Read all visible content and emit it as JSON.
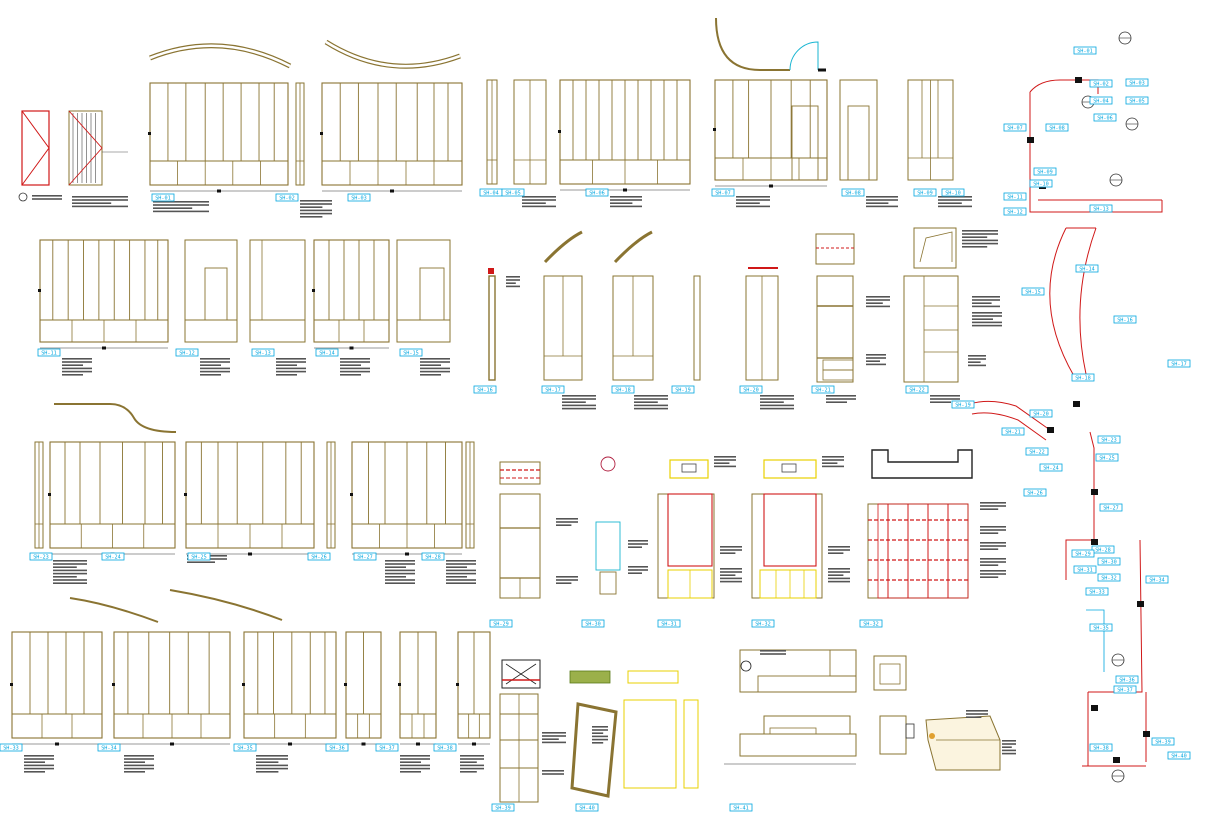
{
  "drawing": {
    "background": "#ffffff",
    "colors": {
      "panel": "#8a7432",
      "panel_light": "#c7b06a",
      "text": "#222222",
      "tag": "#00a6e0",
      "red": "#d01818",
      "cyan": "#1ab6d2",
      "yellow": "#e8d000",
      "green": "#5a7a1a"
    }
  },
  "tags": {
    "row1": [
      "SH-01",
      "SH-02",
      "SH-03",
      "SH-04",
      "SH-05",
      "SH-06",
      "SH-07",
      "SH-08",
      "SH-09",
      "SH-10"
    ],
    "row2": [
      "SH-11",
      "SH-12",
      "SH-13",
      "SH-14",
      "SH-15",
      "SH-16",
      "SH-17",
      "SH-18",
      "SH-19",
      "SH-20",
      "SH-21",
      "SH-22"
    ],
    "row3": [
      "SH-23",
      "SH-24",
      "SH-25",
      "SH-26",
      "SH-27",
      "SH-28",
      "SH-29",
      "SH-30",
      "SH-31",
      "SH-32"
    ],
    "row4": [
      "SH-33",
      "SH-34",
      "SH-35",
      "SH-36",
      "SH-37",
      "SH-38",
      "SH-39",
      "SH-40",
      "SH-41"
    ],
    "plan": [
      "SH-01",
      "SH-02",
      "SH-03",
      "SH-04",
      "SH-05",
      "SH-06",
      "SH-07",
      "SH-08",
      "SH-09",
      "SH-10",
      "SH-11",
      "SH-12",
      "SH-13",
      "SH-14",
      "SH-15",
      "SH-16",
      "SH-17",
      "SH-18",
      "SH-19",
      "SH-20",
      "SH-21",
      "SH-22",
      "SH-23",
      "SH-24",
      "SH-25",
      "SH-26",
      "SH-27",
      "SH-28",
      "SH-29",
      "SH-30",
      "SH-31",
      "SH-32",
      "SH-33",
      "SH-34",
      "SH-35",
      "SH-36",
      "SH-37",
      "SH-38",
      "SH-39",
      "SH-40"
    ]
  }
}
